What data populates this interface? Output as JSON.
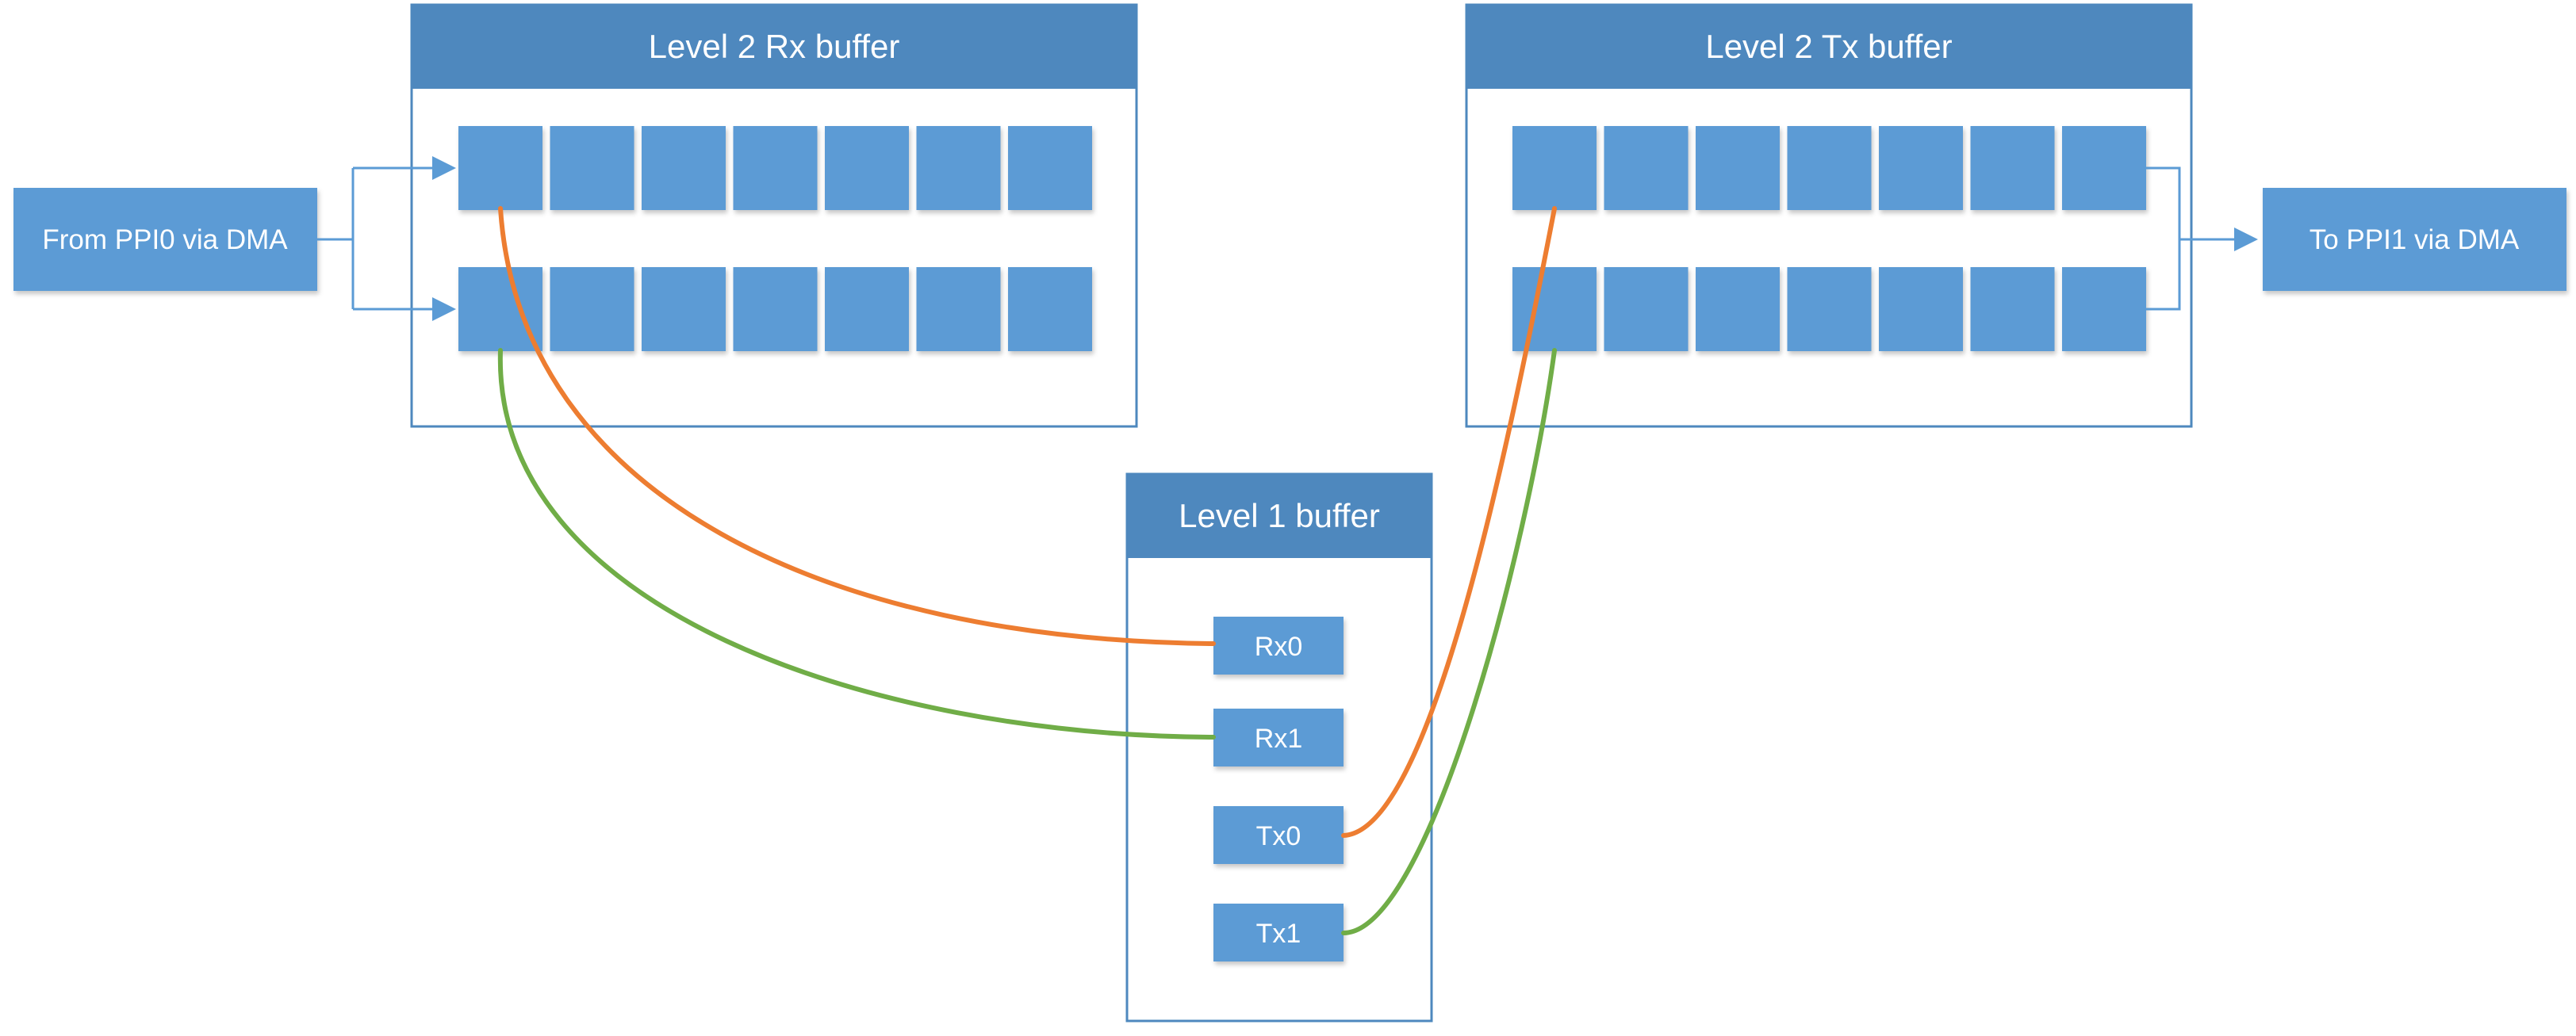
{
  "colors": {
    "header_blue": "#4E88BE",
    "cell_blue": "#5B9BD5",
    "frame_blue": "#4E88BE",
    "arrow_blue": "#5B9BD5",
    "rx_tx0_link": "#ED7D31",
    "rx_tx1_link": "#70AD47",
    "text_white": "#FFFFFF"
  },
  "rx_panel": {
    "title": "Level 2 Rx buffer"
  },
  "tx_panel": {
    "title": "Level 2 Tx buffer"
  },
  "l1_panel": {
    "title": "Level 1 buffer",
    "slots": [
      "Rx0",
      "Rx1",
      "Tx0",
      "Tx1"
    ]
  },
  "source": {
    "label": "From PPI0 via DMA"
  },
  "sink": {
    "label": "To PPI1 via DMA"
  }
}
